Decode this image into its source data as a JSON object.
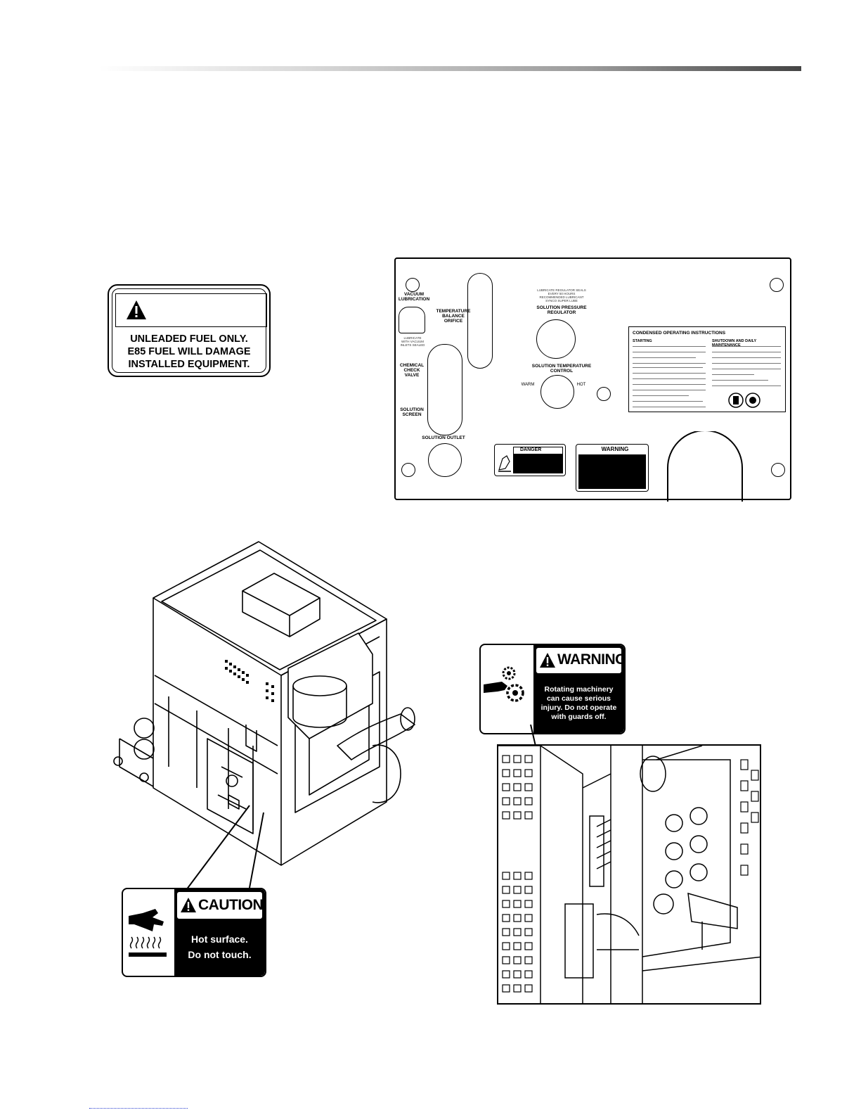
{
  "fuel_decal": {
    "message": "UNLEADED FUEL ONLY.\nE85 FUEL WILL DAMAGE\nINSTALLED EQUIPMENT."
  },
  "control_panel": {
    "vacuum_lubrication": "VACUUM\nLUBRICATION",
    "lubricate_vacuum_note": "LUBRICATE\nWITH VACUUM\nINLETS SEALED",
    "temperature_balance_orifice": "TEMPERATURE\nBALANCE\nORIFICE",
    "chemical_check_valve": "CHEMICAL\nCHECK\nVALVE",
    "solution_screen": "SOLUTION\nSCREEN",
    "solution_outlet": "SOLUTION OUTLET",
    "lubricate_regulator_note": "LUBRICATE REGULATOR SEALS\nEVERY 50 HOURS\nRECOMMENDED LUBRICANT\nSYNCO SUPER LUBE",
    "solution_pressure_regulator": "SOLUTION PRESSURE\nREGULATOR",
    "solution_temperature_control": "SOLUTION TEMPERATURE\nCONTROL",
    "warm_label": "WARM",
    "hot_label": "HOT",
    "instructions_title": "CONDENSED OPERATING INSTRUCTIONS",
    "starting_heading": "STARTING",
    "shutdown_heading": "SHUTDOWN AND DAILY MAINTENANCE",
    "danger_label": "DANGER",
    "warning_label": "WARNING"
  },
  "warning_decal": {
    "title": "WARNING",
    "message": "Rotating machinery\ncan cause serious\ninjury. Do not operate\nwith guards off."
  },
  "caution_decal": {
    "title": "CAUTION",
    "message": "Hot surface.\nDo not touch."
  }
}
